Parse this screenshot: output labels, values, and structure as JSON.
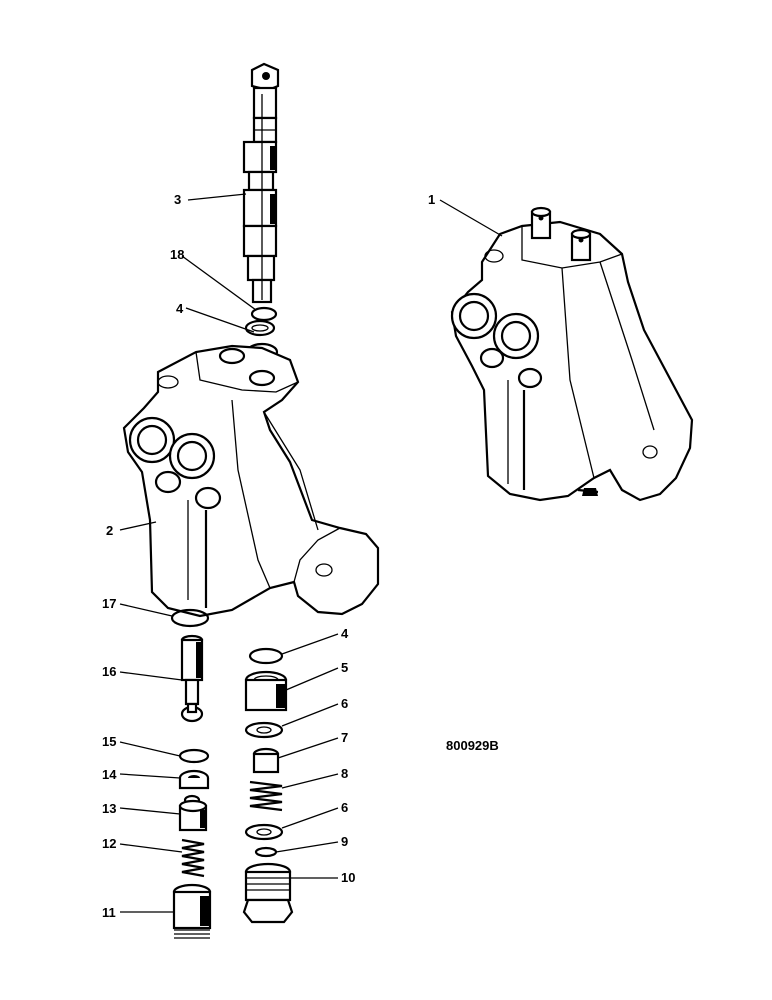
{
  "diagram": {
    "drawing_code": "800929B",
    "callouts": {
      "c1": "1",
      "c2": "2",
      "c3": "3",
      "c4a": "4",
      "c4b": "4",
      "c5": "5",
      "c6a": "6",
      "c6b": "6",
      "c7": "7",
      "c8": "8",
      "c9": "9",
      "c10": "10",
      "c11": "11",
      "c12": "12",
      "c13": "13",
      "c14": "14",
      "c15": "15",
      "c16": "16",
      "c17": "17",
      "c18": "18"
    }
  }
}
